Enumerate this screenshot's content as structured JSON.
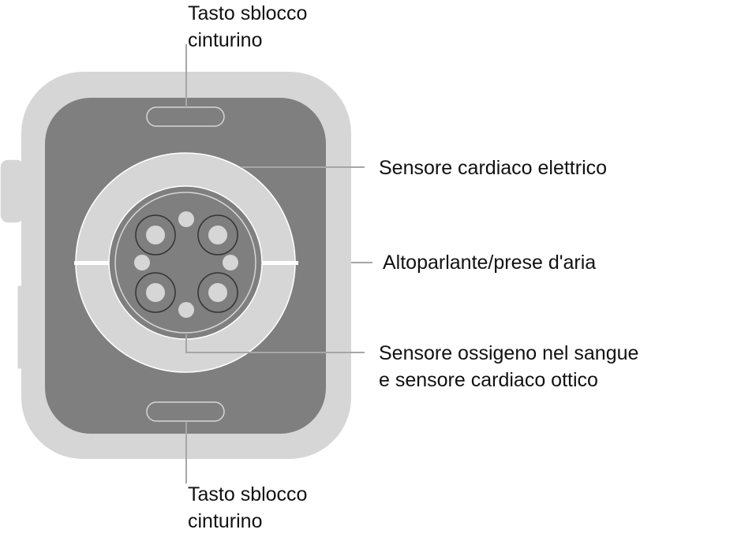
{
  "labels": {
    "band_release_top": [
      "Tasto sblocco",
      "cinturino"
    ],
    "electrical_heart_sensor": "Sensore cardiaco elettrico",
    "speaker_vents": "Altoparlante/prese d'aria",
    "blood_oxygen_sensor": [
      "Sensore ossigeno nel sangue",
      "e sensore cardiaco ottico"
    ],
    "band_release_bottom": [
      "Tasto sblocco",
      "cinturino"
    ]
  },
  "colors": {
    "case": "#d6d6d6",
    "back": "#7f7f7f",
    "leader": "#a6a6a6",
    "ring": "#d6d6d6"
  }
}
